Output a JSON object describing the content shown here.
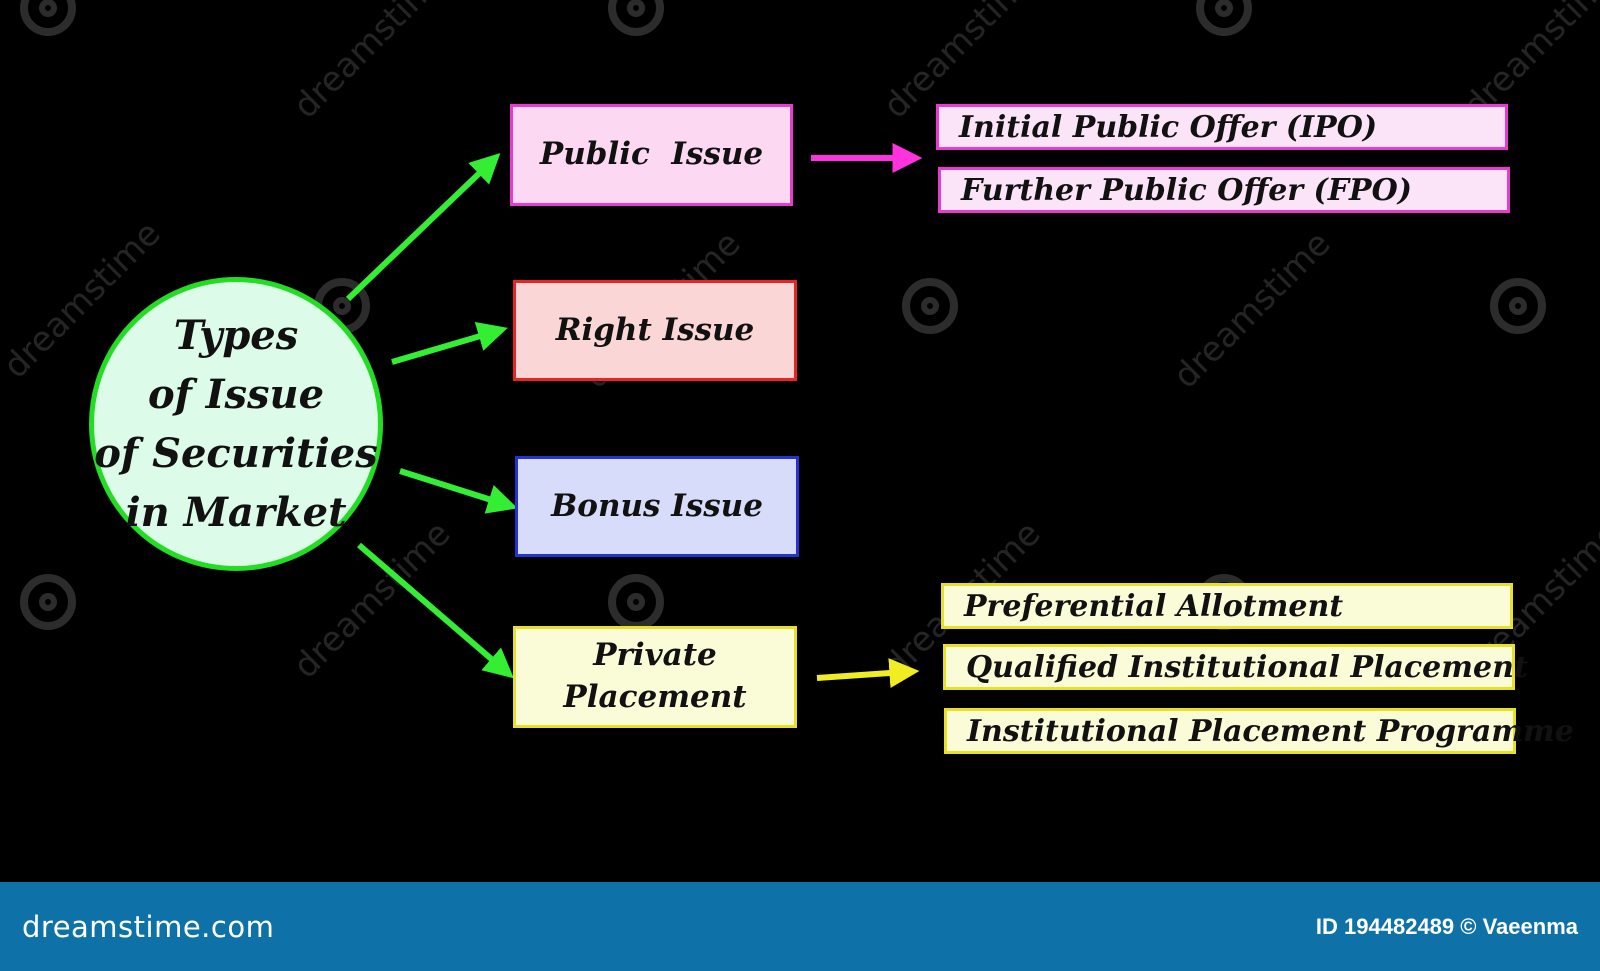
{
  "hub": {
    "label": "Types\nof Issue\nof Securities\nin Market"
  },
  "main_boxes": [
    {
      "label": "Public  Issue",
      "fill": "#fcd8f2",
      "border": "#e83cd0"
    },
    {
      "label": "Right Issue",
      "fill": "#fbd6d6",
      "border": "#e82424"
    },
    {
      "label": "Bonus Issue",
      "fill": "#d8dcfb",
      "border": "#2432d0"
    },
    {
      "label": "Private\nPlacement",
      "fill": "#fafcd8",
      "border": "#e8e024"
    }
  ],
  "public_issue_types": [
    "Initial Public Offer (IPO)",
    "Further Public Offer (FPO)"
  ],
  "private_placement_types": [
    "Preferential Allotment",
    "Qualified Institutional Placement",
    "Institutional Placement Programme"
  ],
  "colors": {
    "hub_border": "#22dd22",
    "hub_arrows": "#33ee33",
    "public_arrow": "#ff33dd",
    "private_arrow": "#f0ee22",
    "footer_bg": "#0e72a8"
  },
  "watermark": "dreamstime",
  "footer": {
    "logo": "dreamstime.com",
    "credit": "ID 194482489 © Vaeenma"
  }
}
